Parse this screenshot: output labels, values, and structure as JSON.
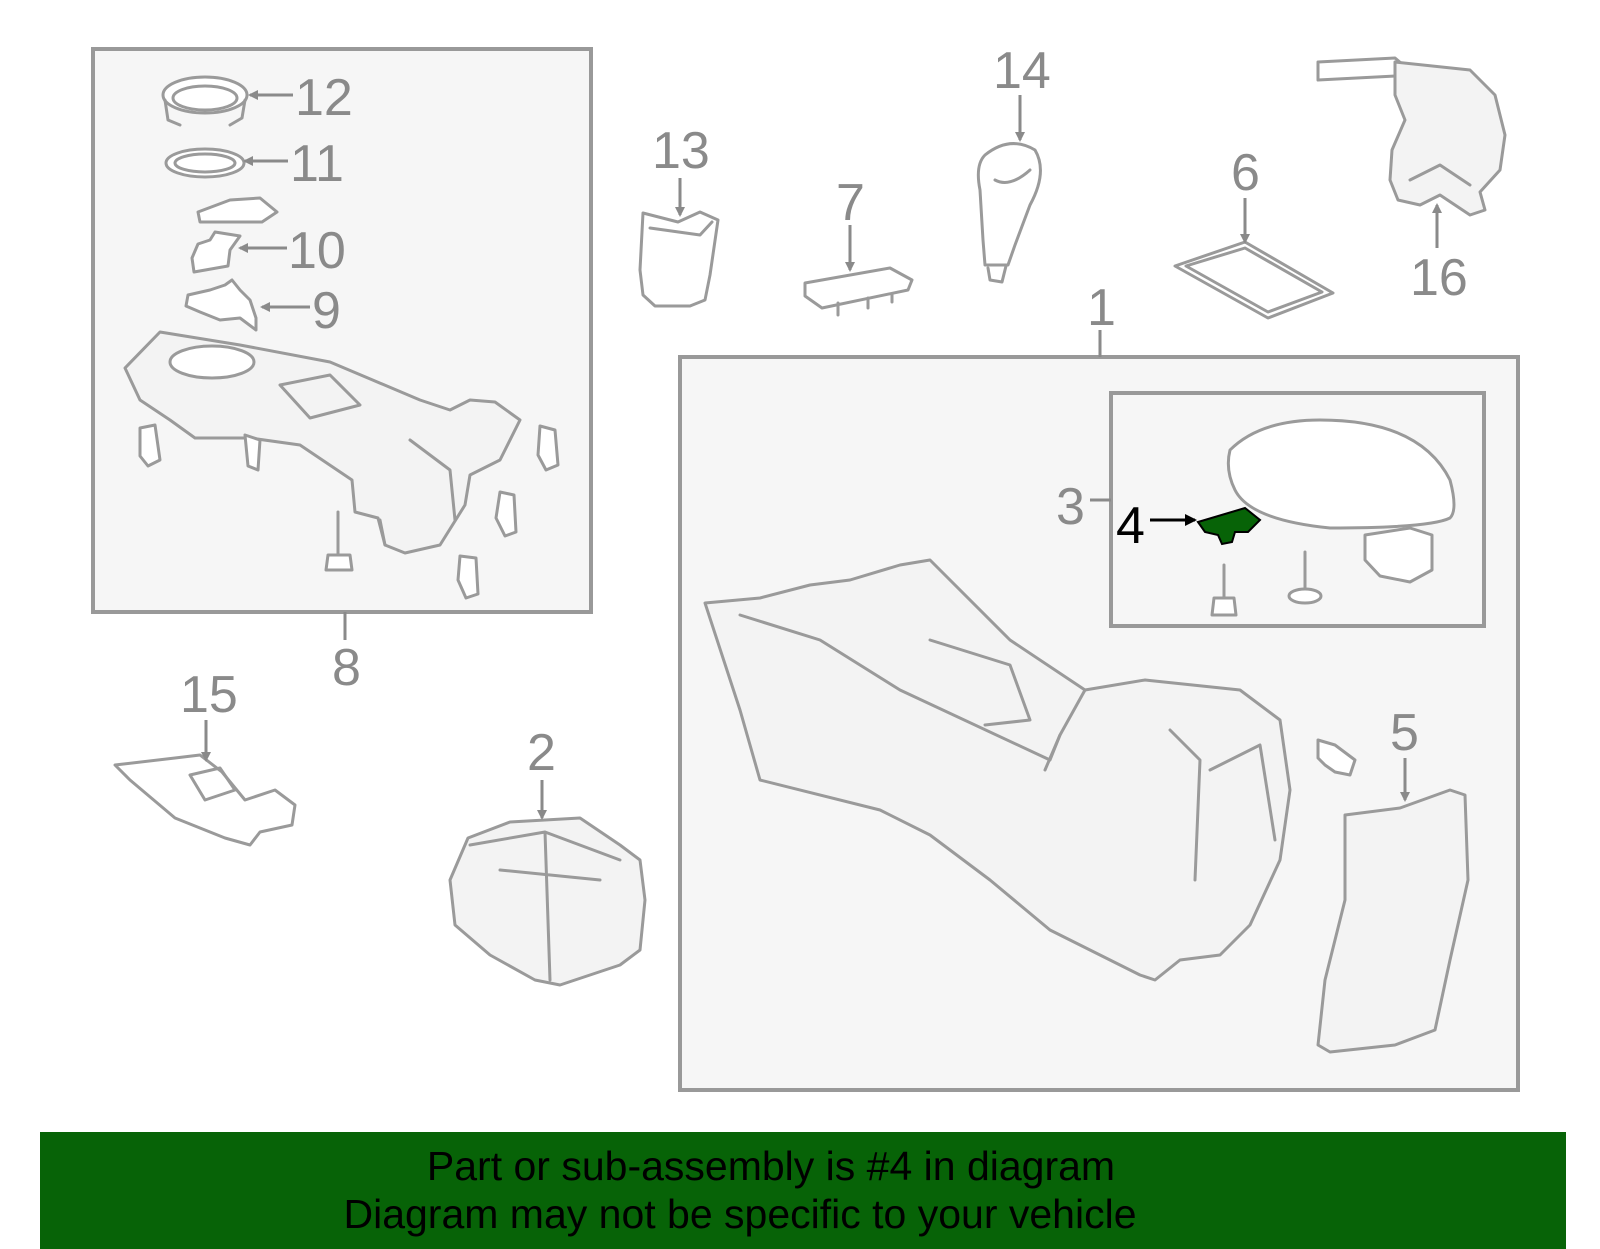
{
  "diagram": {
    "callouts": {
      "c1": "1",
      "c2": "2",
      "c3": "3",
      "c4": "4",
      "c5": "5",
      "c6": "6",
      "c7": "7",
      "c8": "8",
      "c9": "9",
      "c10": "10",
      "c11": "11",
      "c12": "12",
      "c13": "13",
      "c14": "14",
      "c15": "15",
      "c16": "16"
    },
    "highlight_part": "4",
    "highlight_color": "#076307"
  },
  "banner": {
    "line1": "Part or sub-assembly is #4 in diagram",
    "line2": "Diagram may not be specific to your vehicle",
    "background": "#076307"
  }
}
